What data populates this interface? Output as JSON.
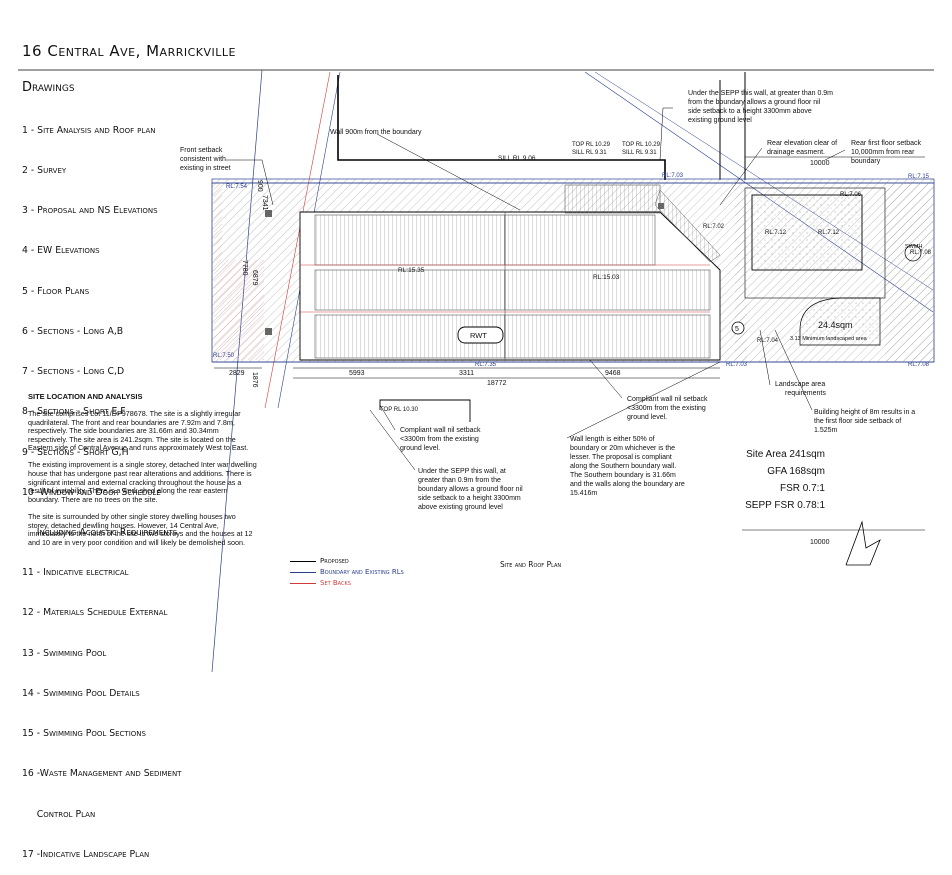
{
  "title": "16 Central Ave, Marrickville",
  "drawings": {
    "heading": "Drawings",
    "items": [
      "1 - Site Analysis and Roof plan",
      "2 - Survey",
      "3 - Proposal and NS Elevations",
      "4 - EW Elevations",
      "5 - Floor Plans",
      "6 - Sections - Long A,B",
      "7 - Sections - Long C,D",
      "8 - Sections - Short E,F",
      "9 - Sections - Short G,H",
      "10 -Window and Door Schedule",
      "     Including Acoustic Requirements",
      "11 - Indicative electrical",
      "12 - Materials Schedule External",
      "13 - Swimming Pool",
      "14 - Swimming Pool Details",
      "15 - Swimming Pool Sections",
      "16 -Waste Management and Sediment",
      "     Control Plan",
      "17 -Indicative Landscape Plan"
    ]
  },
  "site_analysis": {
    "heading": "SITE LOCATION AND ANALYSIS",
    "paragraphs": [
      "The site comprises Lot 11/DP978678. The site is a slightly irregular quadrilateral. The front and rear boundaries are 7.92m and 7.8m, respectively. The side boundaries are 31.66m and 30.34mm respectively. The site area is 241.2sqm. The site is located on the Eastern side of Central Avenue and runs approximately West to East.",
      "The existing improvement is a single storey, detached Inter war dwelling house that has undergone past rear alterations and additions. There is significant internal and external cracking throughout the house as a result of instability. There is a work shed along the rear eastern boundary. There are no trees on the site.",
      "The site is surrounded by other single storey dwelling houses two storey, detached dewlling houses. However, 14 Central Ave, immediately to the north of the site is two storeys and the houses at 12 and 10 are in very poor condition and will likely be demolished soon."
    ]
  },
  "annotations": {
    "sepp_top": "Under the SEPP this wall, at greater than 0.9m from the boundary allows a ground floor nil side setback to a height 3300mm above existing ground level",
    "wall_900": "Wall 900m from the boundary",
    "front_setback": "Front setback consistent with existing in street",
    "rear_elevation": "Rear elevation clear of drainage easment.",
    "rear_first_floor": "Rear first floor setback 10,000mm from rear boundary",
    "compliant_right": "Compliant wall nil setback <3300m from the existing ground level.",
    "compliant_left": "Compliant wall nil setback <3300m from the existing ground level.",
    "wall_length": "Wall length is either 50% of boundary or 20m whichever is the lesser. The proposal is compliant along the Southern boundary wall. The Southern boundary is 31.66m and the walls along the boundary are 15.416m",
    "sepp_bottom": "Under the SEPP this wall, at greater than 0.9m from the boundary allows a ground floor nil side setback to a height 3300mm above existing ground level",
    "landscape": "Landscape area requirements",
    "building_height": "Building height of 8m results in a the first floor side setback of 1.525m",
    "landscape_area": "24.4sqm",
    "min_landscape": "3.13  Minimum landscaped area",
    "rwt": "RWT",
    "swmh": "SWMH",
    "circle_5": "5"
  },
  "levels": {
    "sill_906": "SILL RL 9.06",
    "top_1029a": "TOP RL 10.29",
    "sill_931a": "SILL RL 9.31",
    "top_1029b": "TOP RL 10.29",
    "sill_931b": "SILL RL 9.31",
    "top_1030": "TOP RL 10.30",
    "rl_754": "RL:7.54",
    "rl_750": "RL:7.50",
    "rl_735": "RL:7.35",
    "rl_703a": "RL:7.03",
    "rl_703b": "RL:7.03",
    "rl_715": "RL:7.15",
    "rl_708": "RL:7.08",
    "rl_702": "RL:7.02",
    "rl_712a": "RL:7.12",
    "rl_712b": "RL:7.12",
    "rl_706": "RL:7.06",
    "rl_708b": "RL:7.08",
    "rl_704": "RL:7.04",
    "rl_1535": "RL:15.35",
    "rl_1503": "RL:15.03"
  },
  "dimensions": {
    "d5993": "5993",
    "d3311": "3311",
    "d9468": "9468",
    "d18772": "18772",
    "d2829": "2829",
    "d10000a": "10000",
    "d10000b": "10000",
    "d7341": "7341",
    "d900": "900",
    "d7780": "7780",
    "d6879": "6879",
    "d1876": "1876"
  },
  "stats": {
    "site_area": "Site Area 241sqm",
    "gfa": "GFA 168sqm",
    "fsr": "FSR 0.7:1",
    "sepp_fsr": "SEPP FSR 0.78:1"
  },
  "legend": {
    "proposed": "Proposed",
    "boundary": "Boundary and Existing RLs",
    "setbacks": "Set Backs",
    "colors": {
      "proposed": "#000000",
      "boundary": "#2a3f8f",
      "setbacks": "#d23a3a"
    }
  },
  "plan_label": "Site and Roof Plan"
}
